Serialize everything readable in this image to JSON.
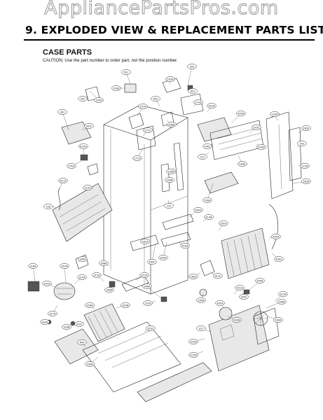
{
  "watermark": "AppliancePartsPros.com",
  "header": {
    "title": "9. EXPLODED VIEW & REPLACEMENT PARTS LIST",
    "subtitle": "CASE PARTS",
    "caution": "CAUTION: Use the part number to order part, not the position number."
  },
  "callouts": [
    {
      "id": "c1",
      "label": "503"
    },
    {
      "id": "c2",
      "label": "501"
    },
    {
      "id": "c3",
      "label": "103B"
    },
    {
      "id": "c4",
      "label": "201B"
    },
    {
      "id": "c5",
      "label": "602"
    },
    {
      "id": "c6",
      "label": "801"
    },
    {
      "id": "c7",
      "label": "103A"
    },
    {
      "id": "c8",
      "label": "502"
    },
    {
      "id": "c9",
      "label": "207A"
    },
    {
      "id": "c10",
      "label": "271B"
    },
    {
      "id": "c11",
      "label": "410A"
    },
    {
      "id": "c12",
      "label": "405B"
    },
    {
      "id": "c13",
      "label": "120A"
    },
    {
      "id": "c14",
      "label": "281"
    },
    {
      "id": "c15",
      "label": "501F"
    },
    {
      "id": "c16",
      "label": "271C"
    },
    {
      "id": "c17",
      "label": "406B"
    },
    {
      "id": "c18",
      "label": "503C"
    },
    {
      "id": "c19",
      "label": "282E"
    },
    {
      "id": "c20",
      "label": "610G"
    },
    {
      "id": "c21",
      "label": "503"
    },
    {
      "id": "c22",
      "label": "271D"
    },
    {
      "id": "c23",
      "label": "240C"
    },
    {
      "id": "c24",
      "label": "503D"
    },
    {
      "id": "c25",
      "label": "511"
    },
    {
      "id": "c26",
      "label": "503E"
    },
    {
      "id": "c27",
      "label": "121B"
    },
    {
      "id": "c28",
      "label": "149B"
    },
    {
      "id": "c29",
      "label": "241A"
    },
    {
      "id": "c30",
      "label": "282B"
    },
    {
      "id": "c31",
      "label": "611A"
    },
    {
      "id": "c32",
      "label": "212A"
    },
    {
      "id": "c33",
      "label": "231"
    },
    {
      "id": "c34",
      "label": "106A"
    },
    {
      "id": "c35",
      "label": "240B"
    },
    {
      "id": "c36",
      "label": "518"
    },
    {
      "id": "c37",
      "label": "285A"
    },
    {
      "id": "c38",
      "label": "414A"
    },
    {
      "id": "c39",
      "label": "261A"
    },
    {
      "id": "c40",
      "label": "281A"
    },
    {
      "id": "c41",
      "label": "410A"
    },
    {
      "id": "c42",
      "label": "400A"
    },
    {
      "id": "c43",
      "label": "300A"
    },
    {
      "id": "c44",
      "label": "316A"
    },
    {
      "id": "c45",
      "label": "307B"
    },
    {
      "id": "c46",
      "label": "308A"
    },
    {
      "id": "c47",
      "label": "304A"
    },
    {
      "id": "c48",
      "label": "303C"
    },
    {
      "id": "c49",
      "label": "400C"
    },
    {
      "id": "c50",
      "label": "315A"
    },
    {
      "id": "c51",
      "label": "301A"
    },
    {
      "id": "c52",
      "label": "310A"
    },
    {
      "id": "c53",
      "label": "312A"
    },
    {
      "id": "c54",
      "label": "312C"
    },
    {
      "id": "c55",
      "label": "306A"
    },
    {
      "id": "c56",
      "label": "262B"
    },
    {
      "id": "c57",
      "label": "282E"
    },
    {
      "id": "c58",
      "label": "404A"
    },
    {
      "id": "c59",
      "label": "501A"
    },
    {
      "id": "c60",
      "label": "101A"
    },
    {
      "id": "c61",
      "label": "309C"
    },
    {
      "id": "c62",
      "label": "319A"
    },
    {
      "id": "c63",
      "label": "317A"
    },
    {
      "id": "c64",
      "label": "318A"
    },
    {
      "id": "c65",
      "label": "310B"
    },
    {
      "id": "c66",
      "label": "301B"
    },
    {
      "id": "c67",
      "label": "329B"
    },
    {
      "id": "c68",
      "label": "310C"
    },
    {
      "id": "c69",
      "label": "265B"
    },
    {
      "id": "c70",
      "label": "405A"
    },
    {
      "id": "c71",
      "label": "330B"
    },
    {
      "id": "c72",
      "label": "500A"
    },
    {
      "id": "c73",
      "label": "409B"
    },
    {
      "id": "c74",
      "label": "317"
    },
    {
      "id": "c75",
      "label": "319C"
    },
    {
      "id": "c76",
      "label": "604"
    },
    {
      "id": "c77",
      "label": "315B"
    },
    {
      "id": "c78",
      "label": "330A"
    },
    {
      "id": "c79",
      "label": "315D"
    }
  ]
}
